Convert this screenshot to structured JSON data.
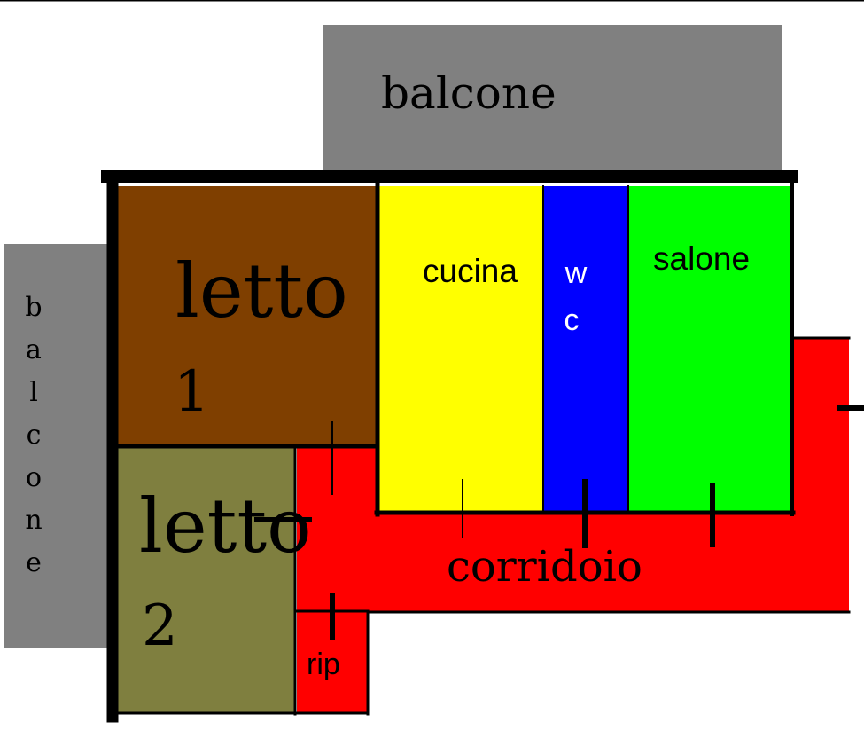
{
  "rooms": {
    "balcone_top": {
      "label": "balcone",
      "color": "#808080"
    },
    "balcone_left": {
      "label": "balcone",
      "color": "#808080"
    },
    "letto1": {
      "label_line1": "letto",
      "label_line2": "1",
      "color": "#7F3F00"
    },
    "letto2": {
      "label_line1": "letto",
      "label_line2": "2",
      "color": "#7F7F3F"
    },
    "cucina": {
      "label": "cucina",
      "color": "#FFFF00"
    },
    "wc": {
      "label_line1": "w",
      "label_line2": "c",
      "color": "#0000FF"
    },
    "salone": {
      "label": "salone",
      "color": "#00FF00"
    },
    "corridoio": {
      "label": "corridoio",
      "color": "#FF0000"
    },
    "rip": {
      "label": "rip",
      "color": "#FF0000"
    }
  },
  "wall_color": "#000000"
}
